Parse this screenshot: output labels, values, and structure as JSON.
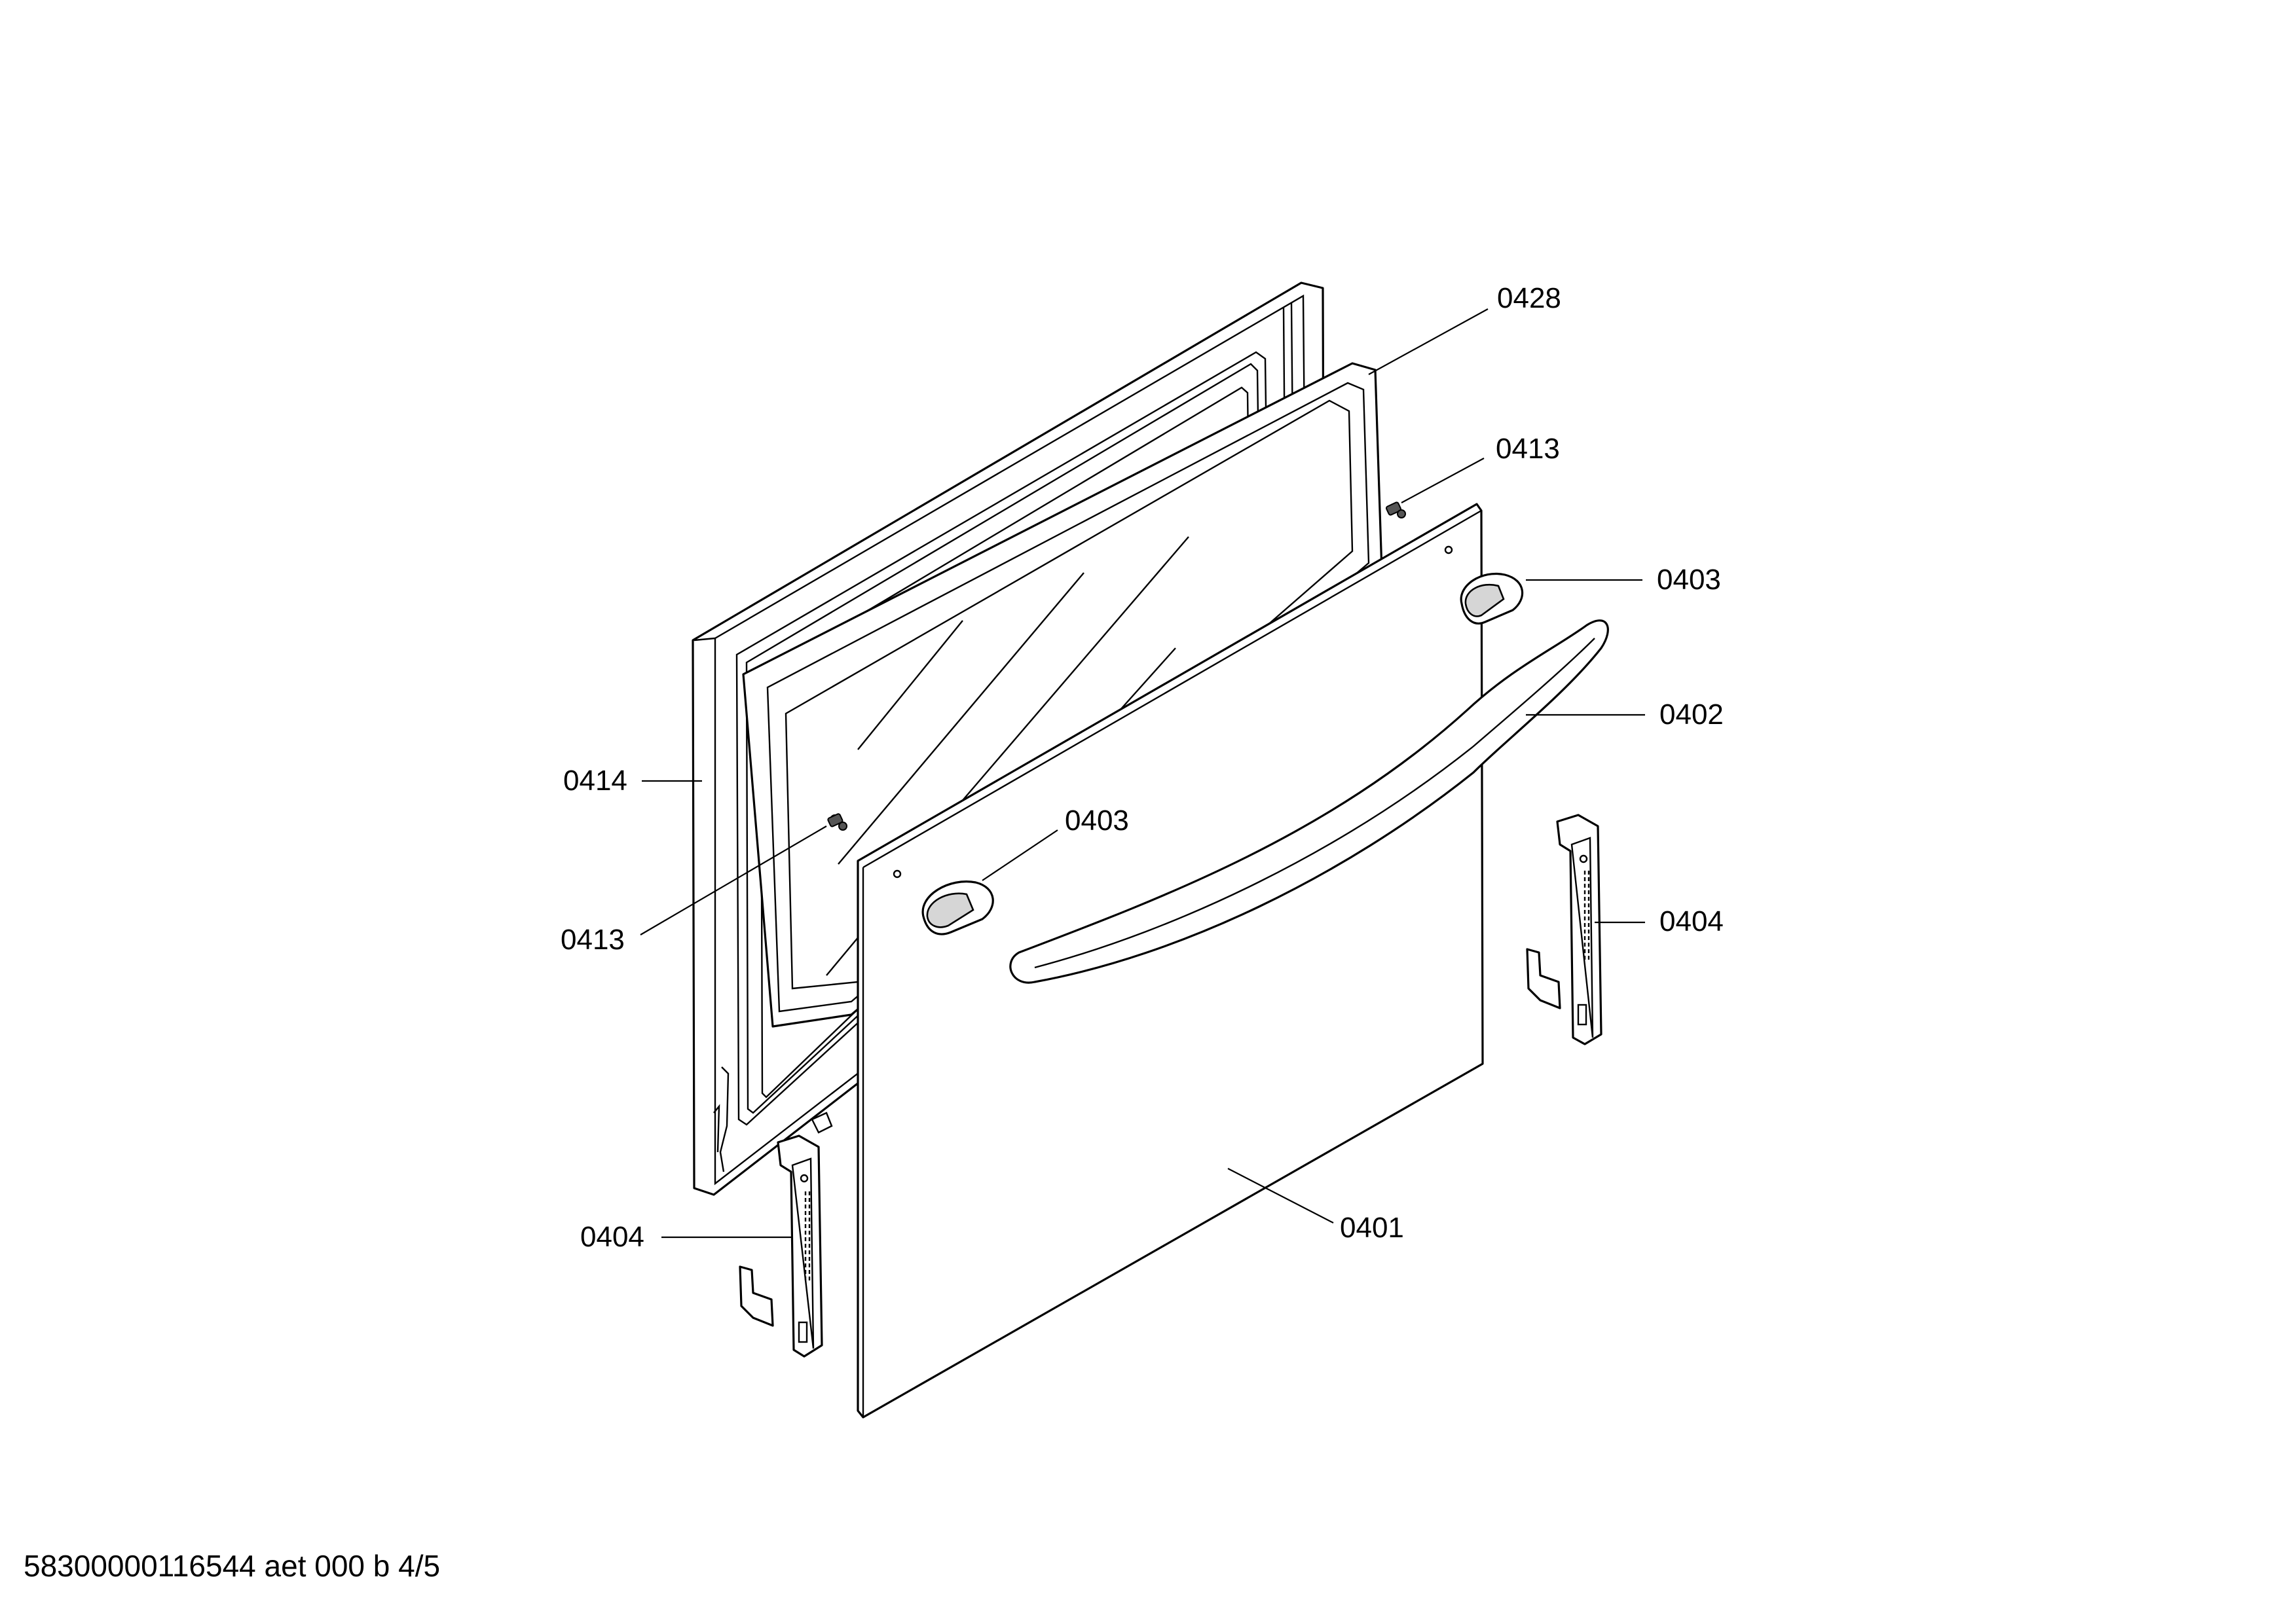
{
  "callouts": {
    "c0428": "0428",
    "c0413_top": "0413",
    "c0403_top": "0403",
    "c0402": "0402",
    "c0414": "0414",
    "c0403_left": "0403",
    "c0413_left": "0413",
    "c0404_right": "0404",
    "c0404_left": "0404",
    "c0401": "0401"
  },
  "footer": {
    "document_id": "58300000116544 aet 000 b 4/5"
  }
}
